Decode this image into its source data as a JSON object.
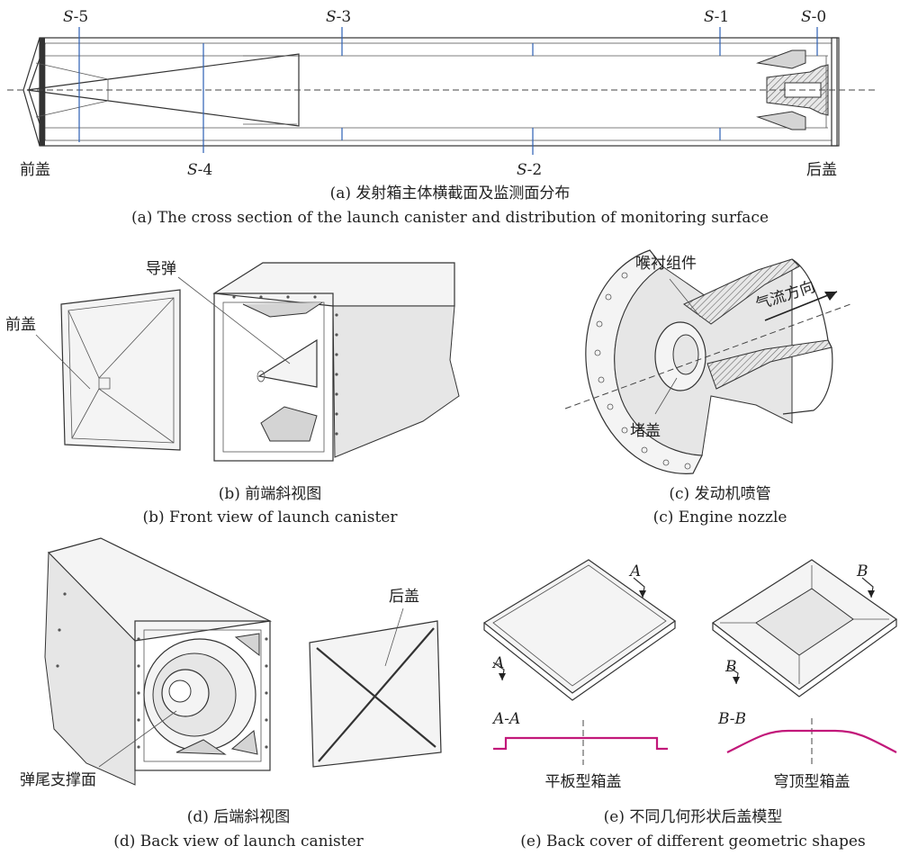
{
  "panel_a": {
    "sections": [
      {
        "name": "S",
        "suffix": "-5",
        "pos": "top"
      },
      {
        "name": "S",
        "suffix": "-3",
        "pos": "top"
      },
      {
        "name": "S",
        "suffix": "-1",
        "pos": "top"
      },
      {
        "name": "S",
        "suffix": "-0",
        "pos": "top"
      },
      {
        "name": "S",
        "suffix": "-4",
        "pos": "bottom"
      },
      {
        "name": "S",
        "suffix": "-2",
        "pos": "bottom"
      }
    ],
    "front_cover": "前盖",
    "back_cover": "后盖",
    "caption_cn": "(a) 发射箱主体横截面及监测面分布",
    "caption_en": "(a) The cross section of the launch canister and distribution of monitoring surface"
  },
  "panel_b": {
    "front_cover": "前盖",
    "missile": "导弹",
    "caption_cn": "(b) 前端斜视图",
    "caption_en": "(b) Front view of launch canister"
  },
  "panel_c": {
    "throat_liner": "喉衬组件",
    "airflow": "气流方向",
    "plug": "堵盖",
    "caption_cn": "(c) 发动机喷管",
    "caption_en": "(c) Engine nozzle"
  },
  "panel_d": {
    "back_cover": "后盖",
    "tail_support": "弹尾支撑面",
    "caption_cn": "(d) 后端斜视图",
    "caption_en": "(d) Back view of launch canister"
  },
  "panel_e": {
    "section_a_mark": "A",
    "section_a_title": "A-A",
    "section_b_mark": "B",
    "section_b_title": "B-B",
    "flat_cover": "平板型箱盖",
    "dome_cover": "穹顶型箱盖",
    "caption_cn": "(e) 不同几何形状后盖模型",
    "caption_en": "(e) Back cover of different geometric shapes"
  },
  "colors": {
    "section_line": "#2c5fb3",
    "profile": "#c2187a"
  }
}
